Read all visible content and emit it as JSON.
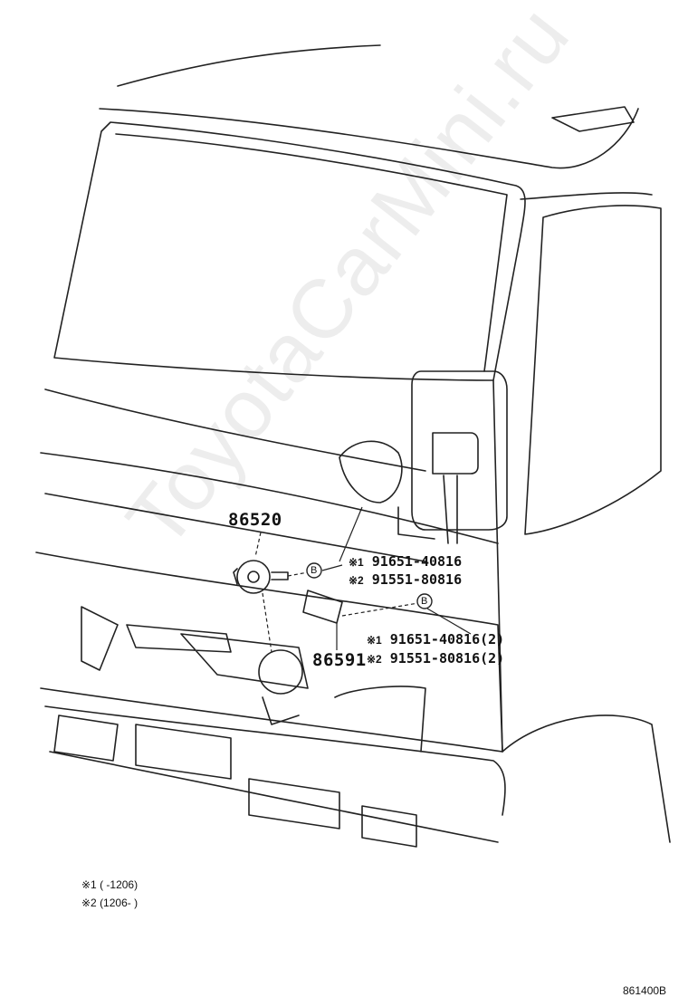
{
  "watermark": "ToyotaCarMini.ru",
  "parts": {
    "horn": "86520",
    "bracket": "86591"
  },
  "callouts": {
    "b_marker": "B",
    "upper": {
      "line1_mark": "※1",
      "line1_part": "91651-40816",
      "line2_mark": "※2",
      "line2_part": "91551-80816"
    },
    "lower": {
      "line1_mark": "※1",
      "line1_part": "91651-40816(2)",
      "line2_mark": "※2",
      "line2_part": "91551-80816(2)"
    }
  },
  "legend": {
    "note1": "※1 (      -1206)",
    "note2": "※2 (1206-      )"
  },
  "figure_ref": "861400B"
}
